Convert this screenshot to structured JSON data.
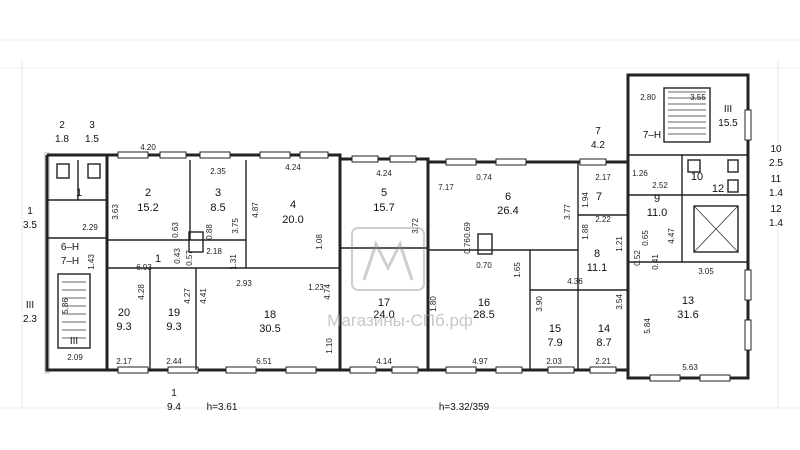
{
  "rooms": [
    {
      "num": "1",
      "area": ""
    },
    {
      "num": "2",
      "area": "15.2"
    },
    {
      "num": "3",
      "area": "8.5"
    },
    {
      "num": "4",
      "area": "20.0"
    },
    {
      "num": "5",
      "area": "15.7"
    },
    {
      "num": "6",
      "area": "26.4"
    },
    {
      "num": "7",
      "area": ""
    },
    {
      "num": "8",
      "area": "11.1"
    },
    {
      "num": "9",
      "area": "11.0"
    },
    {
      "num": "10",
      "area": ""
    },
    {
      "num": "12",
      "area": ""
    },
    {
      "num": "13",
      "area": "31.6"
    },
    {
      "num": "14",
      "area": "8.7"
    },
    {
      "num": "15",
      "area": "7.9"
    },
    {
      "num": "16",
      "area": "28.5"
    },
    {
      "num": "17",
      "area": "24.0"
    },
    {
      "num": "18",
      "area": "30.5"
    },
    {
      "num": "19",
      "area": "9.3"
    },
    {
      "num": "20",
      "area": "9.3"
    },
    {
      "num": "1",
      "area": ""
    }
  ],
  "exterior": {
    "left_2": "2",
    "left_2_area": "1.8",
    "left_3": "3",
    "left_3_area": "1.5",
    "left_1": "1",
    "left_1_area": "3.5",
    "left_III": "III",
    "left_III_area": "2.3",
    "bottom_1": "1",
    "bottom_1_area": "9.4",
    "top_7": "7",
    "top_7_area": "4.2",
    "r10": "10",
    "r10_area": "2.5",
    "r11": "11",
    "r11_area": "1.4",
    "r12": "12",
    "r12_area": "1.4",
    "stair_III": "III",
    "stair_III_area": "15.5"
  },
  "stair_labels": {
    "right": "7–Н",
    "left_a": "6–Н",
    "left_b": "7–Н",
    "left_III": "III"
  },
  "heights": {
    "left": "h=3.61",
    "right": "h=3.32/359"
  },
  "watermark": "Магазины-СПб.рф",
  "dims": {
    "d420": "4.20",
    "d235": "2.35",
    "d424": "4.24",
    "d424b": "4.24",
    "d717": "7.17",
    "d074": "0.74",
    "d217": "2.17",
    "d280": "2.80",
    "d355": "3.55",
    "d126": "1.26",
    "d252": "2.52",
    "d222": "2.22",
    "d305": "3.05",
    "d693": "6.93",
    "d218": "2.18",
    "d293": "2.93",
    "d123": "1.23",
    "d070": "0.70",
    "d436": "4.36",
    "d229": "2.29",
    "d209": "2.09",
    "d217b": "2.17",
    "d244": "2.44",
    "d651": "6.51",
    "d414": "4.14",
    "d497": "4.97",
    "d203": "2.03",
    "d221": "2.21",
    "d563": "5.63",
    "v363": "3.63",
    "v063": "0.63",
    "v088": "0.88",
    "v375": "3.75",
    "v487": "4.87",
    "v108": "1.08",
    "v372": "3.72",
    "v069": "0.69",
    "v377": "3.77",
    "v194": "1.94",
    "v188": "1.88",
    "v121": "1.21",
    "v065": "0.65",
    "v447": "4.47",
    "v052": "0.52",
    "v041": "0.41",
    "v143": "1.43",
    "v043": "0.43",
    "v057": "0.57",
    "v131": "1.31",
    "v428": "4.28",
    "v427": "4.27",
    "v441": "4.41",
    "v474": "4.74",
    "v110": "1.10",
    "v076": "0.76",
    "v165": "1.65",
    "v390": "3.90",
    "v354": "3.54",
    "v584": "5.84",
    "v586": "5.86",
    "v180": "1.80"
  }
}
